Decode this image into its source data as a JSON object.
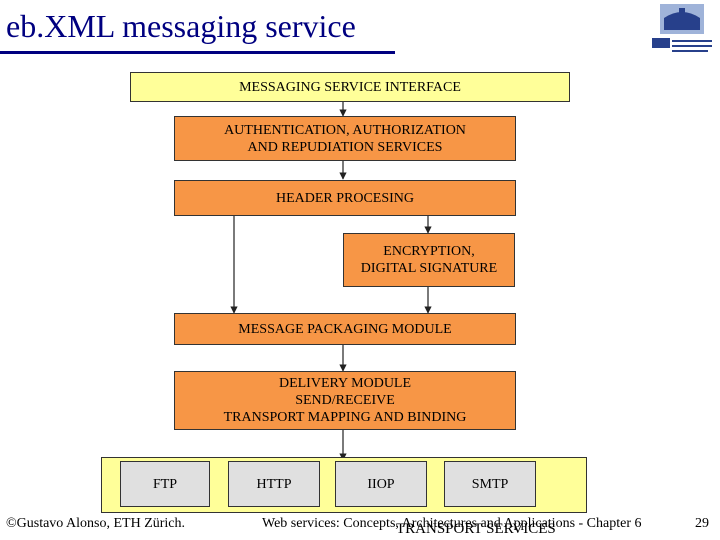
{
  "slide": {
    "title": "eb.XML messaging service"
  },
  "diagram": {
    "interface": "MESSAGING SERVICE INTERFACE",
    "auth": [
      "AUTHENTICATION, AUTHORIZATION",
      "AND REPUDIATION SERVICES"
    ],
    "header": "HEADER PROCESING",
    "encryption": [
      "ENCRYPTION,",
      "DIGITAL SIGNATURE"
    ],
    "packaging": "MESSAGE PACKAGING MODULE",
    "delivery": [
      "DELIVERY MODULE",
      "SEND/RECEIVE",
      "TRANSPORT MAPPING AND BINDING"
    ],
    "transports": [
      "FTP",
      "HTTP",
      "IIOP",
      "SMTP"
    ],
    "transport_label": "TRANSPORT SERVICES"
  },
  "footer": {
    "author": "©Gustavo Alonso,  ETH Zürich.",
    "course": "Web services: Concepts, Architectures and Applications - Chapter 6",
    "page": "29"
  },
  "colors": {
    "title": "#000080",
    "yellow_box": "#ffff99",
    "orange_box": "#f79646",
    "grey_box": "#e0e0e0"
  }
}
